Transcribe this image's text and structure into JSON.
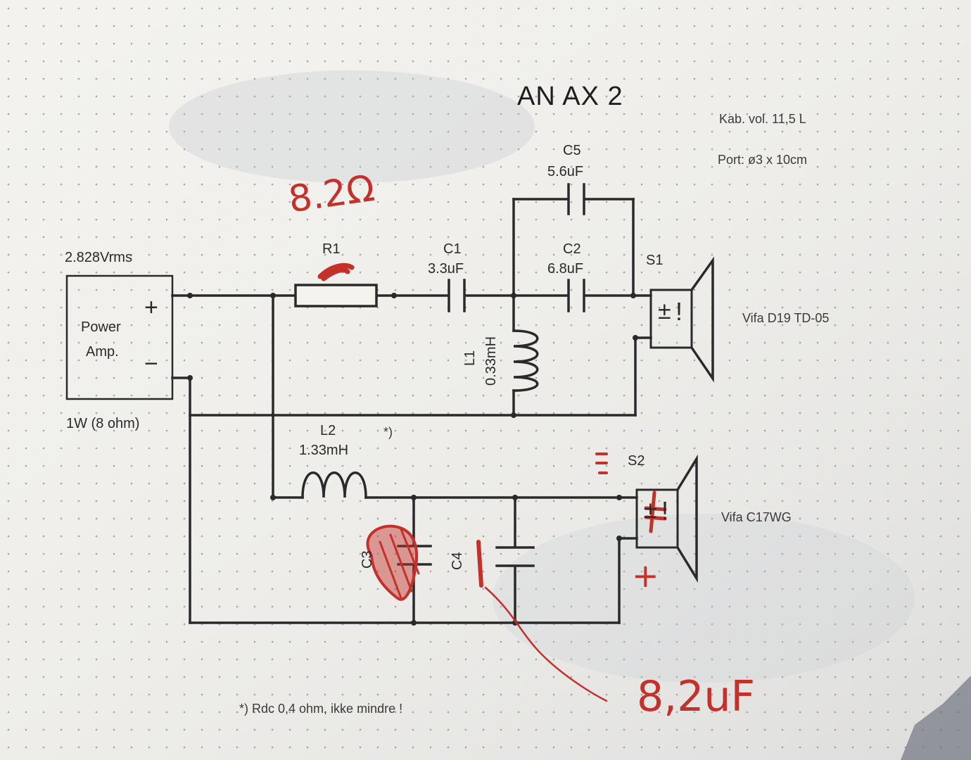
{
  "title": "AN AX 2",
  "cabinet": {
    "volume": "Kab. vol. 11,5 L",
    "port": "Port: ø3 x 10cm"
  },
  "amplifier": {
    "voltage": "2.828Vrms",
    "label_line1": "Power",
    "label_line2": "Amp.",
    "plus": "+",
    "minus": "−",
    "power": "1W (8 ohm)"
  },
  "components": {
    "R1": {
      "ref": "R1",
      "value": ""
    },
    "C1": {
      "ref": "C1",
      "value": "3.3uF"
    },
    "C2": {
      "ref": "C2",
      "value": "6.8uF"
    },
    "C5": {
      "ref": "C5",
      "value": "5.6uF"
    },
    "L1": {
      "ref": "L1",
      "value": "0.33mH"
    },
    "L2": {
      "ref": "L2",
      "value": "1.33mH",
      "note_mark": "*)"
    },
    "C3": {
      "ref": "C3"
    },
    "C4": {
      "ref": "C4"
    }
  },
  "speakers": {
    "S1": {
      "ref": "S1",
      "model": "Vifa D19 TD-05"
    },
    "S2": {
      "ref": "S2",
      "model": "Vifa C17WG"
    }
  },
  "footnote": "*) Rdc 0,4 ohm, ikke mindre !",
  "annotations": {
    "r1_value": "8.2Ω",
    "c4_value": "8,2uF",
    "plus_mark": "+",
    "colors": {
      "ink": "#2a2a2a",
      "pen": "#c4302a",
      "paper": "#f4f3ee"
    }
  }
}
